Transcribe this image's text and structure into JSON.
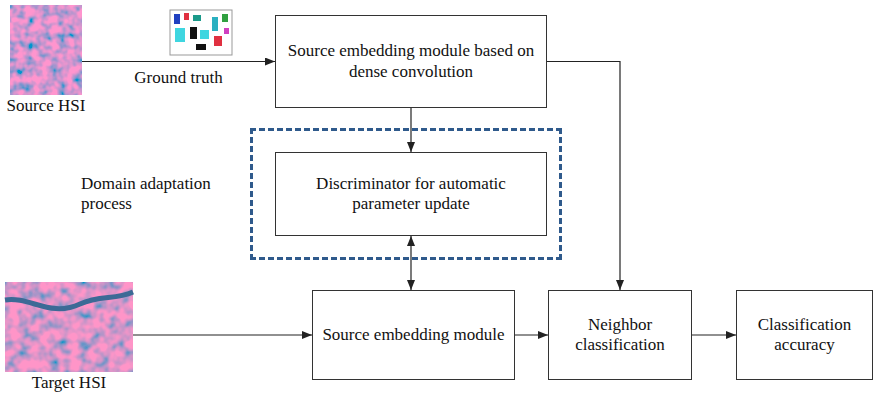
{
  "diagram": {
    "nodes": [
      {
        "text": [
          "Source HSI"
        ]
      },
      {
        "text": [
          "Source embedding module based on dense convolution"
        ]
      },
      {
        "text": [
          "Domain adaptation process"
        ]
      },
      {
        "text": [
          "Discriminator for automatic parameter update"
        ],
        "in": 2
      },
      {
        "text": [
          "Target HSI"
        ]
      },
      {
        "text": [
          "Source embedding module"
        ]
      },
      {
        "text": [
          "Neighbor classification"
        ]
      },
      {
        "text": [
          "Classification accuracy"
        ]
      }
    ],
    "edges": [
      {
        "from": 0,
        "to": 1,
        "arrow": "to",
        "label": "Ground truth"
      },
      {
        "from": 1,
        "to": 3,
        "arrow": "to"
      },
      {
        "from": 3,
        "to": 5,
        "arrow": "both"
      },
      {
        "from": 4,
        "to": 5,
        "arrow": "to"
      },
      {
        "from": 5,
        "to": 6,
        "arrow": "to"
      },
      {
        "from": 1,
        "to": 6,
        "arrow": "to"
      },
      {
        "from": 6,
        "to": 7,
        "arrow": "to"
      }
    ]
  }
}
